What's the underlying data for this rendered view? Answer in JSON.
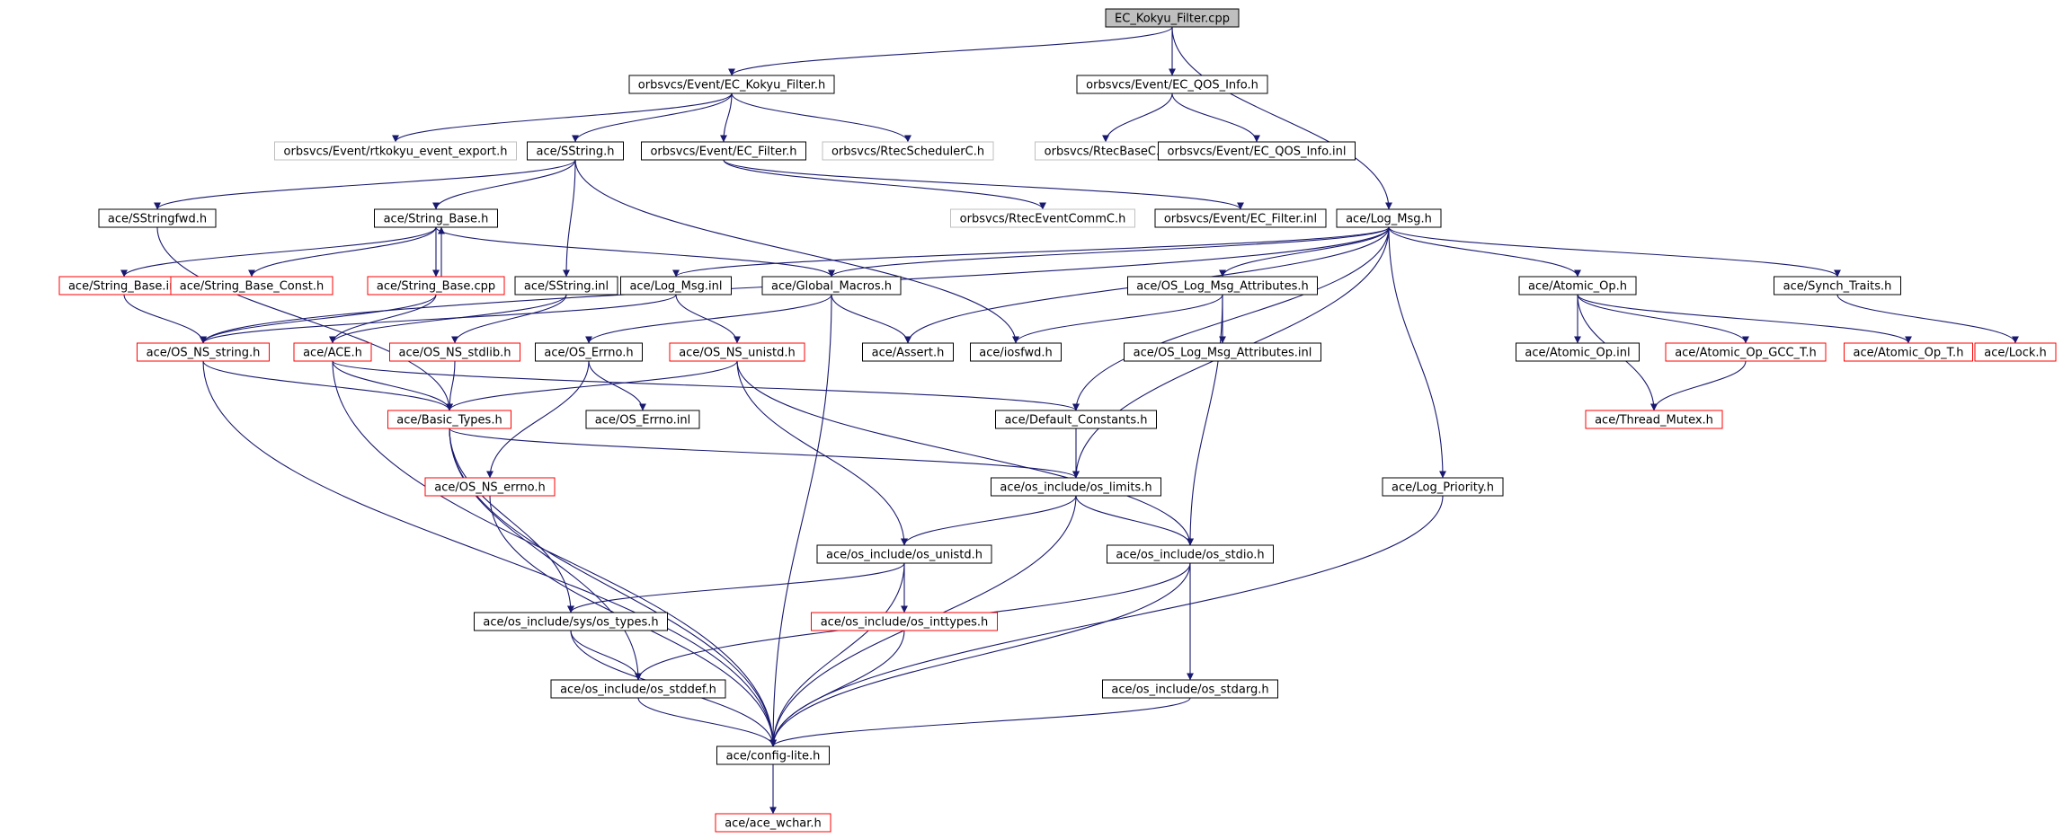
{
  "diagram": {
    "type": "include-dependency-graph",
    "colors": {
      "edge": "#191970",
      "root_fill": "#bfbfbf",
      "normal_border": "#000000",
      "truncated_border": "#ff0000",
      "external_border": "#bfbfbf",
      "external_text": "#808080"
    },
    "nodes": [
      {
        "id": "root",
        "label": "EC_Kokyu_Filter.cpp",
        "kind": "root"
      },
      {
        "id": "kokyu_h",
        "label": "orbsvcs/Event/EC_Kokyu_Filter.h",
        "kind": "normal"
      },
      {
        "id": "qos_h",
        "label": "orbsvcs/Event/EC_QOS_Info.h",
        "kind": "normal"
      },
      {
        "id": "rtk_export",
        "label": "orbsvcs/Event/rtkokyu_event_export.h",
        "kind": "external"
      },
      {
        "id": "sstring_h",
        "label": "ace/SString.h",
        "kind": "normal"
      },
      {
        "id": "ecfilter_h",
        "label": "orbsvcs/Event/EC_Filter.h",
        "kind": "normal"
      },
      {
        "id": "rtsched",
        "label": "orbsvcs/RtecSchedulerC.h",
        "kind": "external"
      },
      {
        "id": "rtbase",
        "label": "orbsvcs/RtecBaseC.h",
        "kind": "external"
      },
      {
        "id": "qos_inl",
        "label": "orbsvcs/Event/EC_QOS_Info.inl",
        "kind": "normal"
      },
      {
        "id": "sstringfwd",
        "label": "ace/SStringfwd.h",
        "kind": "normal"
      },
      {
        "id": "strbase_h",
        "label": "ace/String_Base.h",
        "kind": "normal"
      },
      {
        "id": "rtevent",
        "label": "orbsvcs/RtecEventCommC.h",
        "kind": "external"
      },
      {
        "id": "ecfilter_inl",
        "label": "orbsvcs/Event/EC_Filter.inl",
        "kind": "normal"
      },
      {
        "id": "logmsg_h",
        "label": "ace/Log_Msg.h",
        "kind": "normal"
      },
      {
        "id": "strbase_inl",
        "label": "ace/String_Base.inl",
        "kind": "truncated"
      },
      {
        "id": "strbase_const",
        "label": "ace/String_Base_Const.h",
        "kind": "truncated"
      },
      {
        "id": "strbase_cpp",
        "label": "ace/String_Base.cpp",
        "kind": "truncated"
      },
      {
        "id": "sstring_inl",
        "label": "ace/SString.inl",
        "kind": "normal"
      },
      {
        "id": "logmsg_inl",
        "label": "ace/Log_Msg.inl",
        "kind": "normal"
      },
      {
        "id": "globalmacros",
        "label": "ace/Global_Macros.h",
        "kind": "normal"
      },
      {
        "id": "oslogattr_h",
        "label": "ace/OS_Log_Msg_Attributes.h",
        "kind": "normal"
      },
      {
        "id": "atomic_h",
        "label": "ace/Atomic_Op.h",
        "kind": "normal"
      },
      {
        "id": "synch_traits",
        "label": "ace/Synch_Traits.h",
        "kind": "normal"
      },
      {
        "id": "os_ns_string",
        "label": "ace/OS_NS_string.h",
        "kind": "truncated"
      },
      {
        "id": "ace_h",
        "label": "ace/ACE.h",
        "kind": "truncated"
      },
      {
        "id": "os_ns_stdlib",
        "label": "ace/OS_NS_stdlib.h",
        "kind": "truncated"
      },
      {
        "id": "os_errno_h",
        "label": "ace/OS_Errno.h",
        "kind": "normal"
      },
      {
        "id": "os_ns_unistd",
        "label": "ace/OS_NS_unistd.h",
        "kind": "truncated"
      },
      {
        "id": "assert_h",
        "label": "ace/Assert.h",
        "kind": "normal"
      },
      {
        "id": "iosfwd_h",
        "label": "ace/iosfwd.h",
        "kind": "normal"
      },
      {
        "id": "oslogattr_inl",
        "label": "ace/OS_Log_Msg_Attributes.inl",
        "kind": "normal"
      },
      {
        "id": "atomic_inl",
        "label": "ace/Atomic_Op.inl",
        "kind": "normal"
      },
      {
        "id": "atomic_gcc",
        "label": "ace/Atomic_Op_GCC_T.h",
        "kind": "truncated"
      },
      {
        "id": "atomic_t",
        "label": "ace/Atomic_Op_T.h",
        "kind": "truncated"
      },
      {
        "id": "lock_h",
        "label": "ace/Lock.h",
        "kind": "truncated"
      },
      {
        "id": "basic_types",
        "label": "ace/Basic_Types.h",
        "kind": "truncated"
      },
      {
        "id": "os_errno_inl",
        "label": "ace/OS_Errno.inl",
        "kind": "normal"
      },
      {
        "id": "default_const",
        "label": "ace/Default_Constants.h",
        "kind": "normal"
      },
      {
        "id": "thread_mutex",
        "label": "ace/Thread_Mutex.h",
        "kind": "truncated"
      },
      {
        "id": "os_ns_errno",
        "label": "ace/OS_NS_errno.h",
        "kind": "truncated"
      },
      {
        "id": "os_limits",
        "label": "ace/os_include/os_limits.h",
        "kind": "normal"
      },
      {
        "id": "log_priority",
        "label": "ace/Log_Priority.h",
        "kind": "normal"
      },
      {
        "id": "os_unistd",
        "label": "ace/os_include/os_unistd.h",
        "kind": "normal"
      },
      {
        "id": "os_stdio",
        "label": "ace/os_include/os_stdio.h",
        "kind": "normal"
      },
      {
        "id": "os_types",
        "label": "ace/os_include/sys/os_types.h",
        "kind": "normal"
      },
      {
        "id": "os_inttypes",
        "label": "ace/os_include/os_inttypes.h",
        "kind": "truncated"
      },
      {
        "id": "os_stddef",
        "label": "ace/os_include/os_stddef.h",
        "kind": "normal"
      },
      {
        "id": "os_stdarg",
        "label": "ace/os_include/os_stdarg.h",
        "kind": "normal"
      },
      {
        "id": "config_lite",
        "label": "ace/config-lite.h",
        "kind": "normal"
      },
      {
        "id": "ace_wchar",
        "label": "ace/ace_wchar.h",
        "kind": "truncated"
      }
    ],
    "edges": [
      [
        "root",
        "kokyu_h"
      ],
      [
        "root",
        "qos_h"
      ],
      [
        "root",
        "logmsg_h"
      ],
      [
        "kokyu_h",
        "rtk_export"
      ],
      [
        "kokyu_h",
        "sstring_h"
      ],
      [
        "kokyu_h",
        "ecfilter_h"
      ],
      [
        "kokyu_h",
        "rtsched"
      ],
      [
        "qos_h",
        "rtbase"
      ],
      [
        "qos_h",
        "qos_inl"
      ],
      [
        "sstring_h",
        "sstringfwd"
      ],
      [
        "sstring_h",
        "strbase_h"
      ],
      [
        "sstring_h",
        "sstring_inl"
      ],
      [
        "sstring_h",
        "iosfwd_h"
      ],
      [
        "ecfilter_h",
        "rtevent"
      ],
      [
        "ecfilter_h",
        "ecfilter_inl"
      ],
      [
        "sstringfwd",
        "basic_types"
      ],
      [
        "strbase_h",
        "strbase_inl"
      ],
      [
        "strbase_h",
        "strbase_const"
      ],
      [
        "strbase_h",
        "strbase_cpp"
      ],
      [
        "strbase_h",
        "globalmacros"
      ],
      [
        "strbase_cpp",
        "strbase_h"
      ],
      [
        "strbase_cpp",
        "os_ns_string"
      ],
      [
        "strbase_cpp",
        "ace_h"
      ],
      [
        "strbase_inl",
        "os_ns_string"
      ],
      [
        "sstring_inl",
        "ace_h"
      ],
      [
        "sstring_inl",
        "os_ns_stdlib"
      ],
      [
        "logmsg_h",
        "logmsg_inl"
      ],
      [
        "logmsg_h",
        "globalmacros"
      ],
      [
        "logmsg_h",
        "oslogattr_h"
      ],
      [
        "logmsg_h",
        "atomic_h"
      ],
      [
        "logmsg_h",
        "synch_traits"
      ],
      [
        "logmsg_h",
        "assert_h"
      ],
      [
        "logmsg_h",
        "default_const"
      ],
      [
        "logmsg_h",
        "os_limits"
      ],
      [
        "logmsg_h",
        "log_priority"
      ],
      [
        "logmsg_h",
        "os_ns_string"
      ],
      [
        "logmsg_inl",
        "os_ns_string"
      ],
      [
        "logmsg_inl",
        "os_ns_unistd"
      ],
      [
        "globalmacros",
        "os_errno_h"
      ],
      [
        "globalmacros",
        "assert_h"
      ],
      [
        "globalmacros",
        "config_lite"
      ],
      [
        "oslogattr_h",
        "iosfwd_h"
      ],
      [
        "oslogattr_h",
        "oslogattr_inl"
      ],
      [
        "oslogattr_h",
        "os_stdio"
      ],
      [
        "atomic_h",
        "atomic_inl"
      ],
      [
        "atomic_h",
        "atomic_gcc"
      ],
      [
        "atomic_h",
        "atomic_t"
      ],
      [
        "atomic_h",
        "thread_mutex"
      ],
      [
        "atomic_gcc",
        "thread_mutex"
      ],
      [
        "synch_traits",
        "lock_h"
      ],
      [
        "os_ns_string",
        "basic_types"
      ],
      [
        "os_ns_string",
        "config_lite"
      ],
      [
        "ace_h",
        "basic_types"
      ],
      [
        "ace_h",
        "default_const"
      ],
      [
        "ace_h",
        "config_lite"
      ],
      [
        "os_ns_stdlib",
        "basic_types"
      ],
      [
        "os_errno_h",
        "os_errno_inl"
      ],
      [
        "os_errno_h",
        "os_ns_errno"
      ],
      [
        "os_ns_unistd",
        "basic_types"
      ],
      [
        "os_ns_unistd",
        "os_unistd"
      ],
      [
        "os_ns_unistd",
        "os_stdio"
      ],
      [
        "basic_types",
        "os_limits"
      ],
      [
        "basic_types",
        "os_types"
      ],
      [
        "basic_types",
        "os_stddef"
      ],
      [
        "basic_types",
        "config_lite"
      ],
      [
        "default_const",
        "os_limits"
      ],
      [
        "os_ns_errno",
        "config_lite"
      ],
      [
        "os_limits",
        "os_unistd"
      ],
      [
        "os_limits",
        "os_stdio"
      ],
      [
        "os_limits",
        "config_lite"
      ],
      [
        "log_priority",
        "config_lite"
      ],
      [
        "os_unistd",
        "os_types"
      ],
      [
        "os_unistd",
        "os_inttypes"
      ],
      [
        "os_unistd",
        "config_lite"
      ],
      [
        "os_stdio",
        "os_stddef"
      ],
      [
        "os_stdio",
        "os_stdarg"
      ],
      [
        "os_stdio",
        "config_lite"
      ],
      [
        "os_types",
        "os_stddef"
      ],
      [
        "os_types",
        "config_lite"
      ],
      [
        "os_inttypes",
        "config_lite"
      ],
      [
        "os_stddef",
        "config_lite"
      ],
      [
        "os_stdarg",
        "config_lite"
      ],
      [
        "config_lite",
        "ace_wchar"
      ]
    ]
  }
}
